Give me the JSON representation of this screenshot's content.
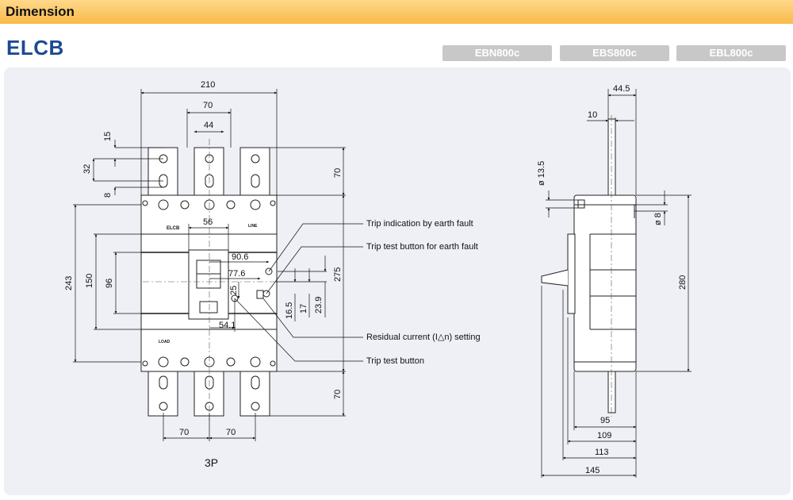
{
  "header": {
    "title": "Dimension"
  },
  "page": {
    "title": "ELCB"
  },
  "tabs": [
    {
      "label": "EBN800c"
    },
    {
      "label": "EBS800c"
    },
    {
      "label": "EBL800c"
    }
  ],
  "front_view": {
    "dims": {
      "overall_width": "210",
      "terminal_pitch": "70",
      "terminal_width": "44",
      "hole_offset": "15",
      "hole_pitch": "32",
      "hole_bottom": "8",
      "handle_width": "56",
      "overall_height": "243",
      "cover_height": "150",
      "handle_height": "96",
      "terminal_extension": "70",
      "total_height": "275",
      "dim_90_6": "90.6",
      "dim_77_6": "77.6",
      "dim_25": "25",
      "dim_54_1": "54.1",
      "dim_16_5": "16.5",
      "dim_17": "17",
      "dim_23_9": "23.9",
      "bottom_pitch_left": "70",
      "bottom_pitch_right": "70",
      "bottom_extension": "70"
    },
    "body_labels": {
      "line": "LINE",
      "load": "LOAD",
      "brand": "ELCB"
    },
    "caption": "3P"
  },
  "callouts": [
    "Trip indication by earth fault",
    "Trip test button for earth fault",
    "Residual current (I△n) setting",
    "Trip test button"
  ],
  "side_view": {
    "dims": {
      "top_width": "44.5",
      "top_offset": "10",
      "hole_diameter": "ø 13.5",
      "small_diameter": "ø 8",
      "height": "280",
      "depth_95": "95",
      "depth_109": "109",
      "depth_113": "113",
      "depth_145": "145"
    }
  }
}
